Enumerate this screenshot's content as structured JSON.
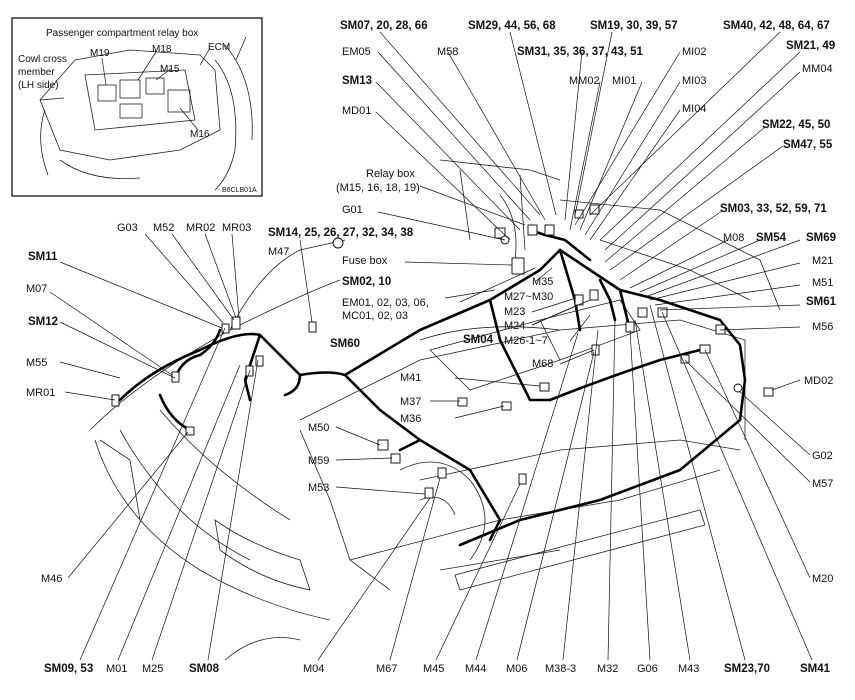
{
  "inset": {
    "title": "Passenger compartment relay box",
    "ecm": "ECM",
    "cowl": [
      "Cowl cross",
      "member",
      "(LH side)"
    ],
    "m19": "M19",
    "m18": "M18",
    "m15": "M15",
    "m16": "M16",
    "code": "B6CLB01A"
  },
  "labels": {
    "sm07": "SM07, 20, 28, 66",
    "sm29": "SM29, 44, 56, 68",
    "sm19": "SM19, 30, 39, 57",
    "sm40": "SM40, 42, 48, 64, 67",
    "em05": "EM05",
    "m58": "M58",
    "sm31": "SM31, 35, 36, 37, 43, 51",
    "mi02": "MI02",
    "sm21": "SM21, 49",
    "sm13": "SM13",
    "mm02": "MM02",
    "mi01": "MI01",
    "mi03": "MI03",
    "mm04": "MM04",
    "md01": "MD01",
    "mi04": "MI04",
    "sm22": "SM22, 45, 50",
    "sm47": "SM47, 55",
    "relay_box": "Relay box",
    "relay_box_sub": "(M15, 16, 18, 19)",
    "g01": "G01",
    "sm03": "SM03, 33, 52, 59, 71",
    "g03": "G03",
    "m52": "M52",
    "mr02": "MR02",
    "mr03": "MR03",
    "sm14": "SM14, 25, 26, 27, 32, 34, 38",
    "m08": "M08",
    "sm54": "SM54",
    "sm69": "SM69",
    "m47": "M47",
    "sm11": "SM11",
    "fuse_box": "Fuse box",
    "sm02": "SM02, 10",
    "m35": "M35",
    "m21": "M21",
    "m07": "M07",
    "m27": "M27~M30",
    "m51": "M51",
    "em01": "EM01, 02, 03, 06,",
    "mc01": "MC01, 02, 03",
    "sm61": "SM61",
    "sm12": "SM12",
    "m23": "M23",
    "m24": "M24",
    "m56": "M56",
    "sm04": "SM04",
    "m26": "M26-1~7",
    "sm60": "SM60",
    "m55": "M55",
    "m68": "M68",
    "m41": "M41",
    "md02": "MD02",
    "mr01": "MR01",
    "m37": "M37",
    "m36": "M36",
    "m50": "M50",
    "g02": "G02",
    "m59": "M59",
    "m57": "M57",
    "m53": "M53",
    "m46": "M46",
    "m20": "M20",
    "b_sm09": "SM09, 53",
    "b_m01": "M01",
    "b_m25": "M25",
    "b_sm08": "SM08",
    "b_m04": "M04",
    "b_m67": "M67",
    "b_m45": "M45",
    "b_m44": "M44",
    "b_m06": "M06",
    "b_m38": "M38-3",
    "b_m32": "M32",
    "b_g06": "G06",
    "b_m43": "M43",
    "b_sm23": "SM23,70",
    "b_sm41": "SM41"
  }
}
